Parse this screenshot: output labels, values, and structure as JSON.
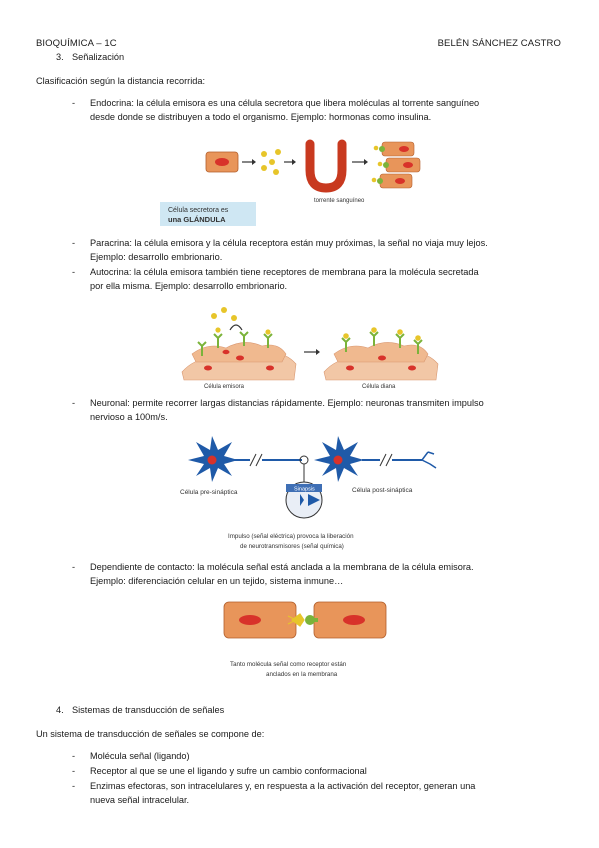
{
  "header": {
    "left": "BIOQUÍMICA – 1C",
    "right": "BELÉN SÁNCHEZ CASTRO"
  },
  "section3": {
    "number": "3.",
    "title": "Señalización",
    "intro": "Clasificación según la distancia recorrida:",
    "items": [
      {
        "lines": [
          "Endocrina: la célula emisora es una célula secretora que libera moléculas al torrente sanguíneo",
          "desde donde se distribuyen a todo el organismo. Ejemplo: hormonas como insulina."
        ]
      },
      {
        "lines": [
          "Paracrina: la célula emisora y la célula receptora están muy próximas, la señal no viaja muy lejos.",
          "Ejemplo: desarrollo embrionario."
        ]
      },
      {
        "lines": [
          "Autocrina: la célula emisora también tiene receptores de membrana para la molécula secretada",
          "por ella misma. Ejemplo: desarrollo embrionario."
        ]
      },
      {
        "lines": [
          "Neuronal: permite recorrer largas distancias rápidamente. Ejemplo: neuronas transmiten impulso",
          "nervioso a 100m/s."
        ]
      },
      {
        "lines": [
          "Dependiente de contacto: la molécula señal está anclada a la membrana de la célula emisora.",
          "Ejemplo: diferenciación celular en un tejido, sistema inmune…"
        ]
      }
    ]
  },
  "figures": {
    "endocrine": {
      "vessel_label": "torrente sanguíneo",
      "box_line1": "Célula secretora es",
      "box_line2": "una GLÁNDULA",
      "box_color": "#cfe7f3"
    },
    "autocrine": {
      "left_label": "Célula emisora",
      "right_label": "Célula diana"
    },
    "neuronal": {
      "pre_label": "Célula pre-sináptica",
      "post_label": "Célula post-sináptica",
      "synapse_label": "Sinapsis",
      "caption_line1": "Impulso (señal eléctrica) provoca la liberación",
      "caption_line2": "de neurotransmisores (señal química)"
    },
    "contact": {
      "caption_line1": "Tanto molécula señal como receptor están",
      "caption_line2": "anclados en la membrana"
    }
  },
  "section4": {
    "number": "4.",
    "title": "Sistemas de transducción de señales",
    "intro": "Un sistema de transducción de señales se compone de:",
    "items": [
      "Molécula señal (ligando)",
      "Receptor al que se une el ligando y sufre un cambio conformacional",
      "Enzimas efectoras, son intracelulares y, en respuesta a la activación del receptor, generan una",
      "nueva señal intracelular."
    ]
  },
  "colors": {
    "cell": "#e8955a",
    "nucleus": "#d8322a",
    "vessel": "#c8391f",
    "neuron": "#1f5aa8",
    "signal": "#e7c52a",
    "receptor": "#7bb33a"
  }
}
